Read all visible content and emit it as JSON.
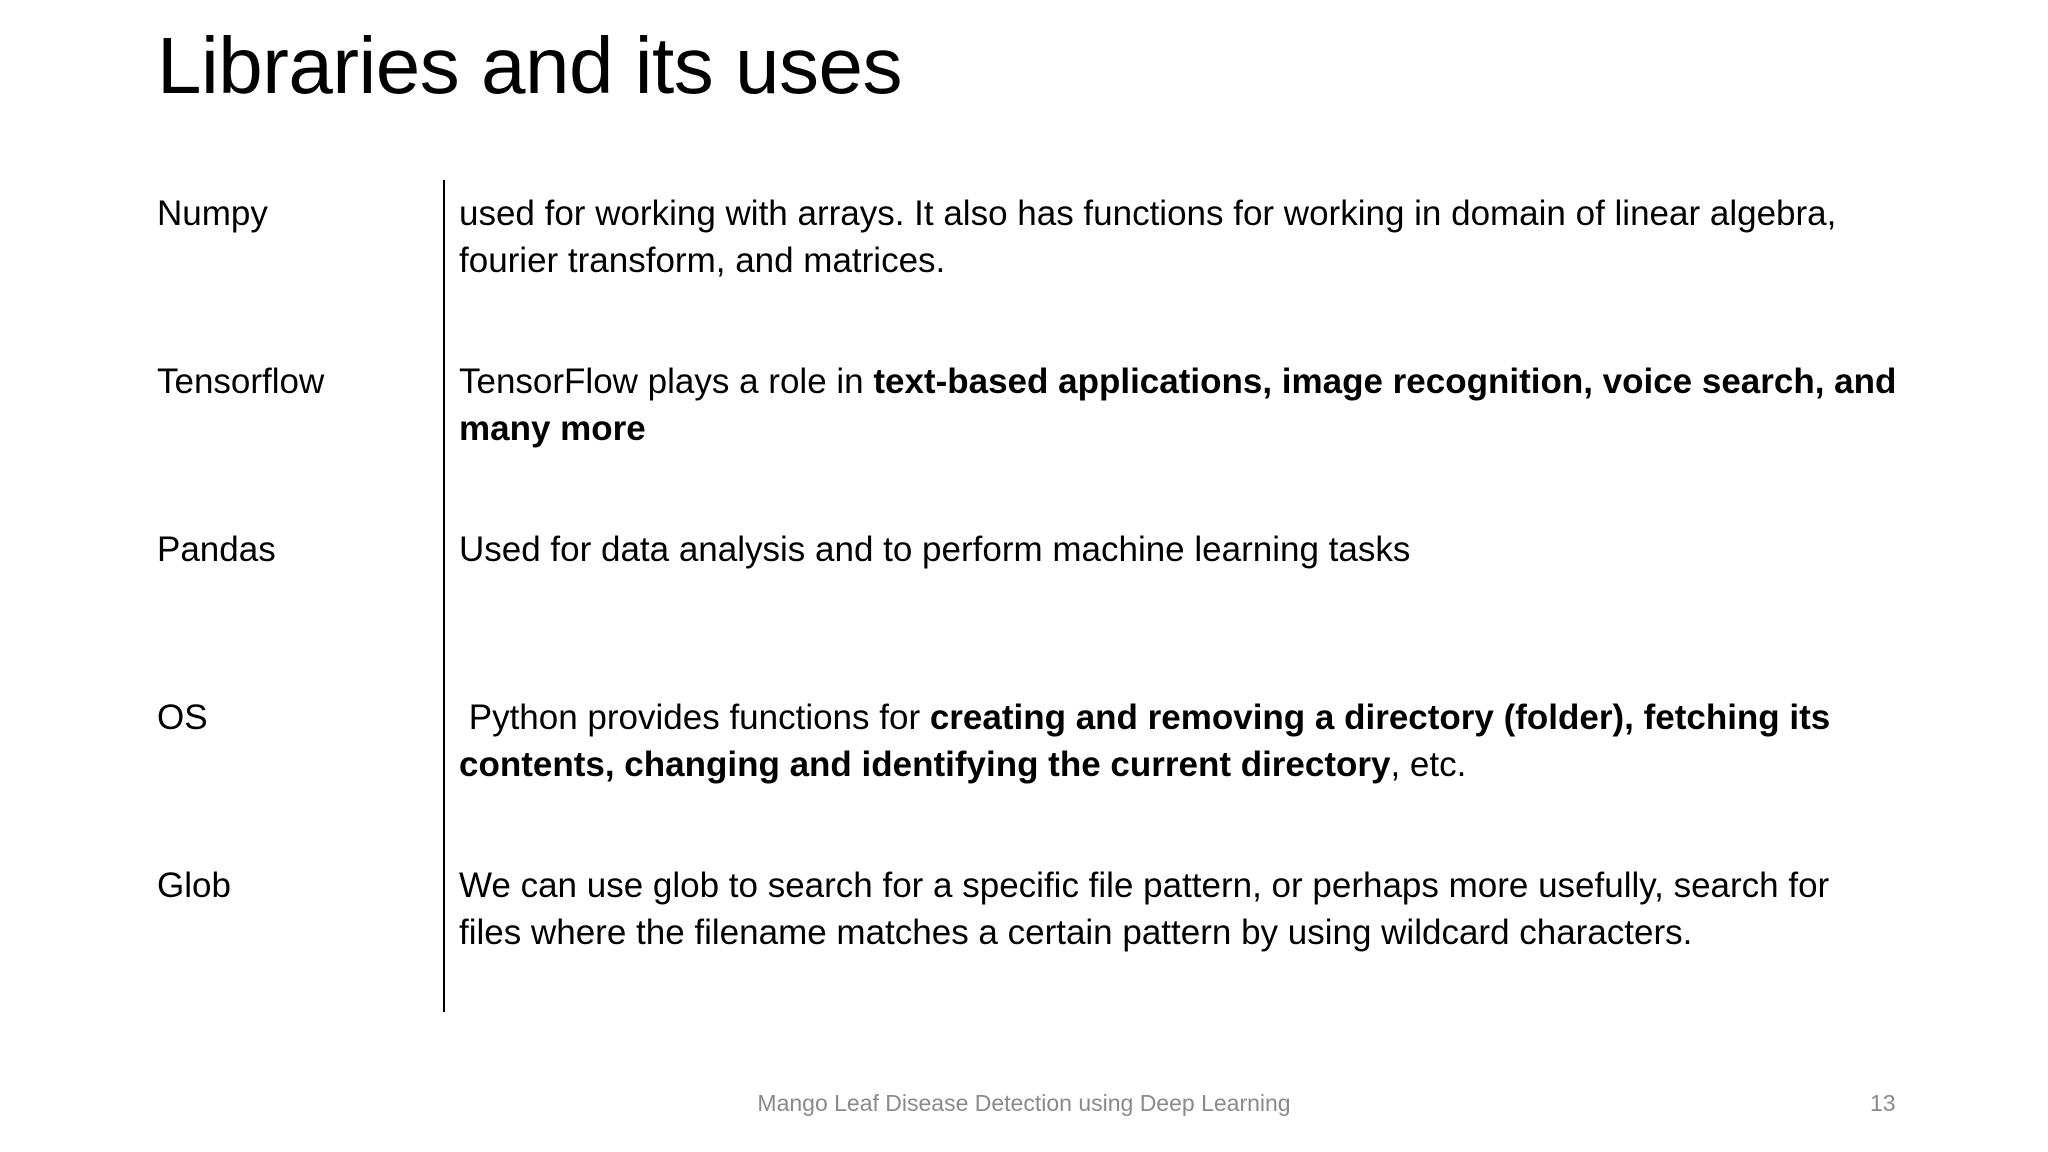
{
  "slide": {
    "title": "Libraries and its uses",
    "rows": [
      {
        "name": "Numpy",
        "desc": [
          {
            "text": "used for working with arrays. It also has functions for working in domain of linear algebra, fourier transform, and matrices.",
            "bold": false
          }
        ]
      },
      {
        "name": "Tensorflow",
        "desc": [
          {
            "text": "TensorFlow plays a role in ",
            "bold": false
          },
          {
            "text": "text-based applications, image recognition, voice search, and many more",
            "bold": true
          }
        ]
      },
      {
        "name": "Pandas",
        "desc": [
          {
            "text": "Used for data analysis and to perform machine learning tasks",
            "bold": false
          }
        ]
      },
      {
        "name": "OS",
        "desc": [
          {
            "text": " Python provides functions for ",
            "bold": false
          },
          {
            "text": "creating and removing a directory (folder), fetching its contents, changing and identifying the current directory",
            "bold": true
          },
          {
            "text": ", etc.",
            "bold": false
          }
        ]
      },
      {
        "name": "Glob",
        "desc": [
          {
            "text": "We can use glob to search for a specific file pattern, or perhaps more usefully, search for files where the filename matches a certain pattern by using wildcard characters.",
            "bold": false
          }
        ]
      }
    ],
    "footer": "Mango Leaf Disease Detection using Deep Learning",
    "page_number": "13"
  }
}
